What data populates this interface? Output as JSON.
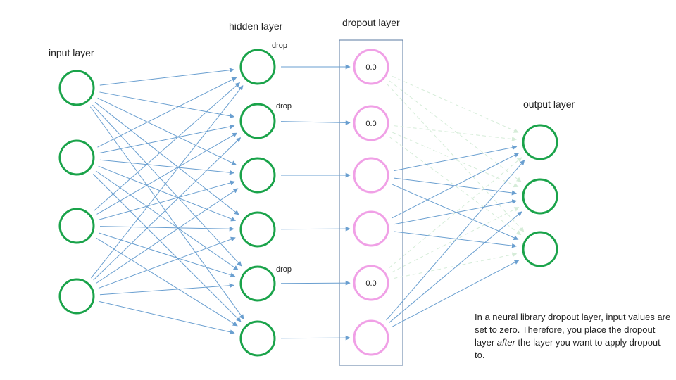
{
  "labels": {
    "input_layer": "input layer",
    "hidden_layer": "hidden layer",
    "dropout_layer": "dropout layer",
    "output_layer": "output layer",
    "drop": "drop"
  },
  "dropout_values": [
    "0.0",
    "0.0",
    "",
    "",
    "0.0",
    ""
  ],
  "caption": {
    "before_emphasis": "In a neural library dropout layer, input values are set to zero. Therefore, you place the dropout layer ",
    "emphasis": "after",
    "after_emphasis": " the layer you want to apply dropout to."
  },
  "colors": {
    "dense_node": "#1aa34a",
    "dropout_node": "#f0a0e6",
    "connection": "#6a9fd0",
    "faded_connection": "#d5ecd8",
    "dropout_box": "#5a7aa0"
  }
}
